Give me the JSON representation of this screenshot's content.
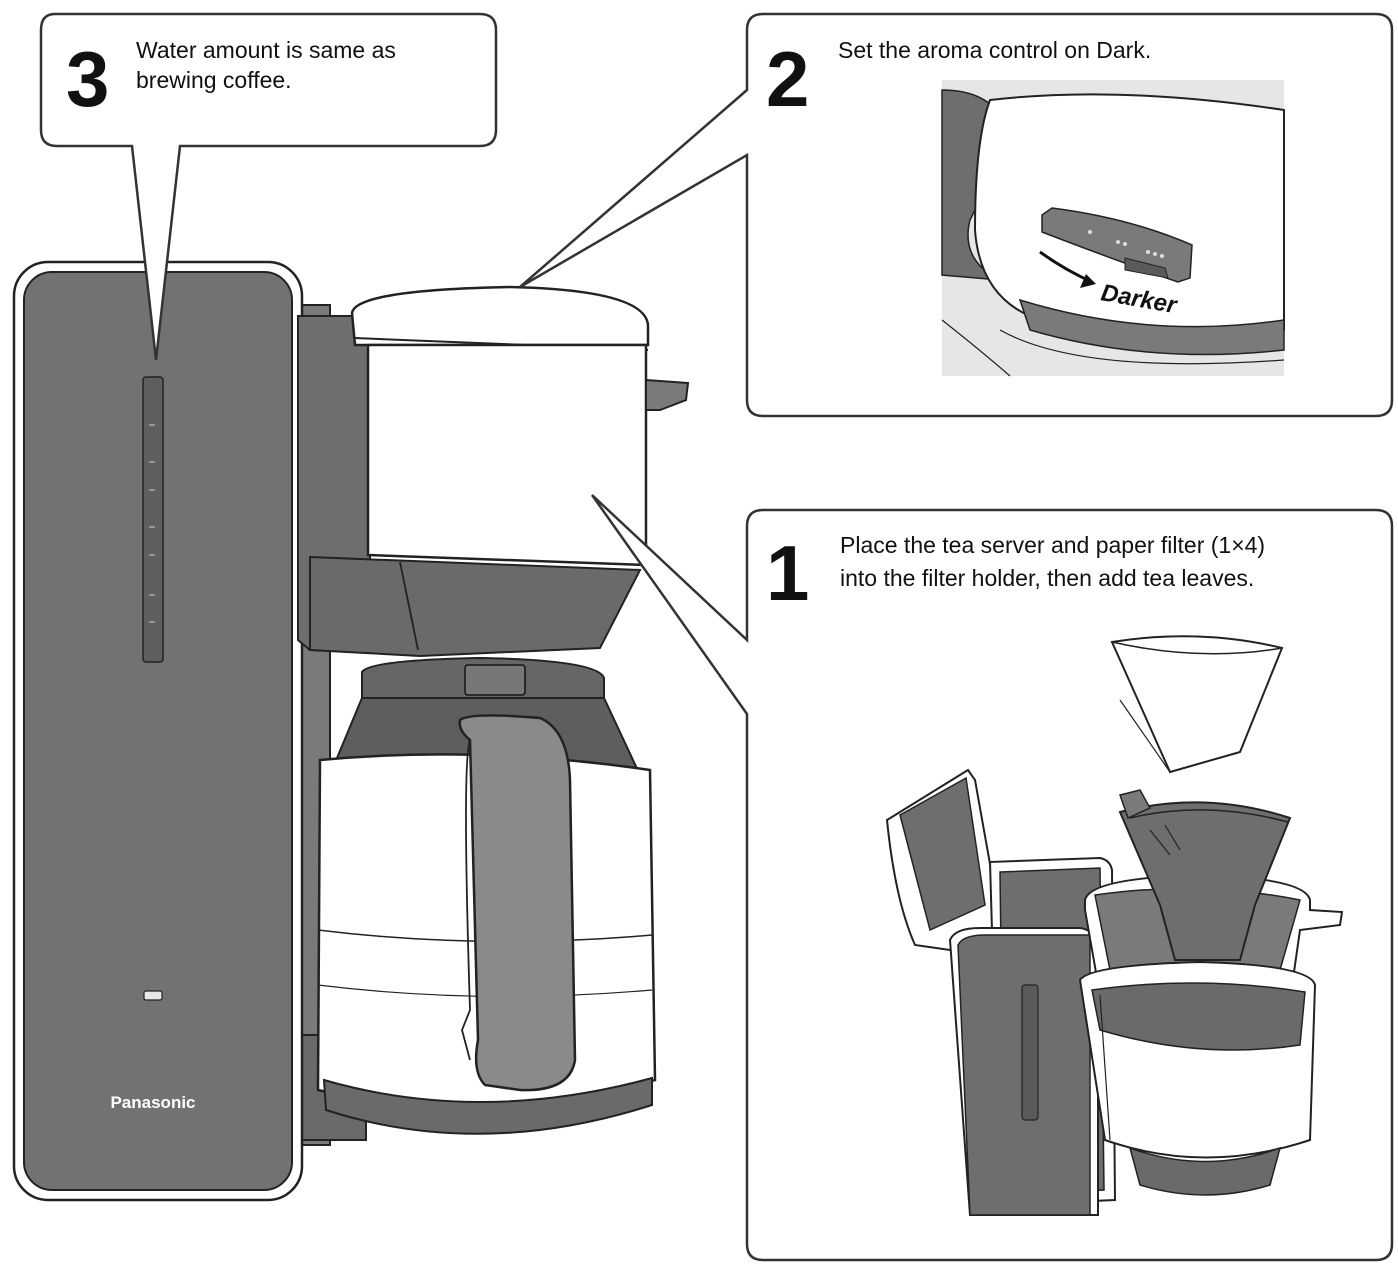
{
  "steps": {
    "step3": {
      "number": "3",
      "line1": "Water amount is same as",
      "line2": "brewing coffee."
    },
    "step2": {
      "number": "2",
      "line1": "Set the aroma control on Dark."
    },
    "step1": {
      "number": "1",
      "line1": "Place the tea server and paper filter (1×4)",
      "line2": "into the filter holder, then add tea leaves."
    }
  },
  "machine": {
    "brand": "Panasonic"
  },
  "aroma_inset": {
    "label": "Darker"
  },
  "colors": {
    "body_gray": "#6f6f6f",
    "dark_gray": "#5a5a5a",
    "light_gray": "#e6e6e6",
    "outline": "#222222"
  }
}
